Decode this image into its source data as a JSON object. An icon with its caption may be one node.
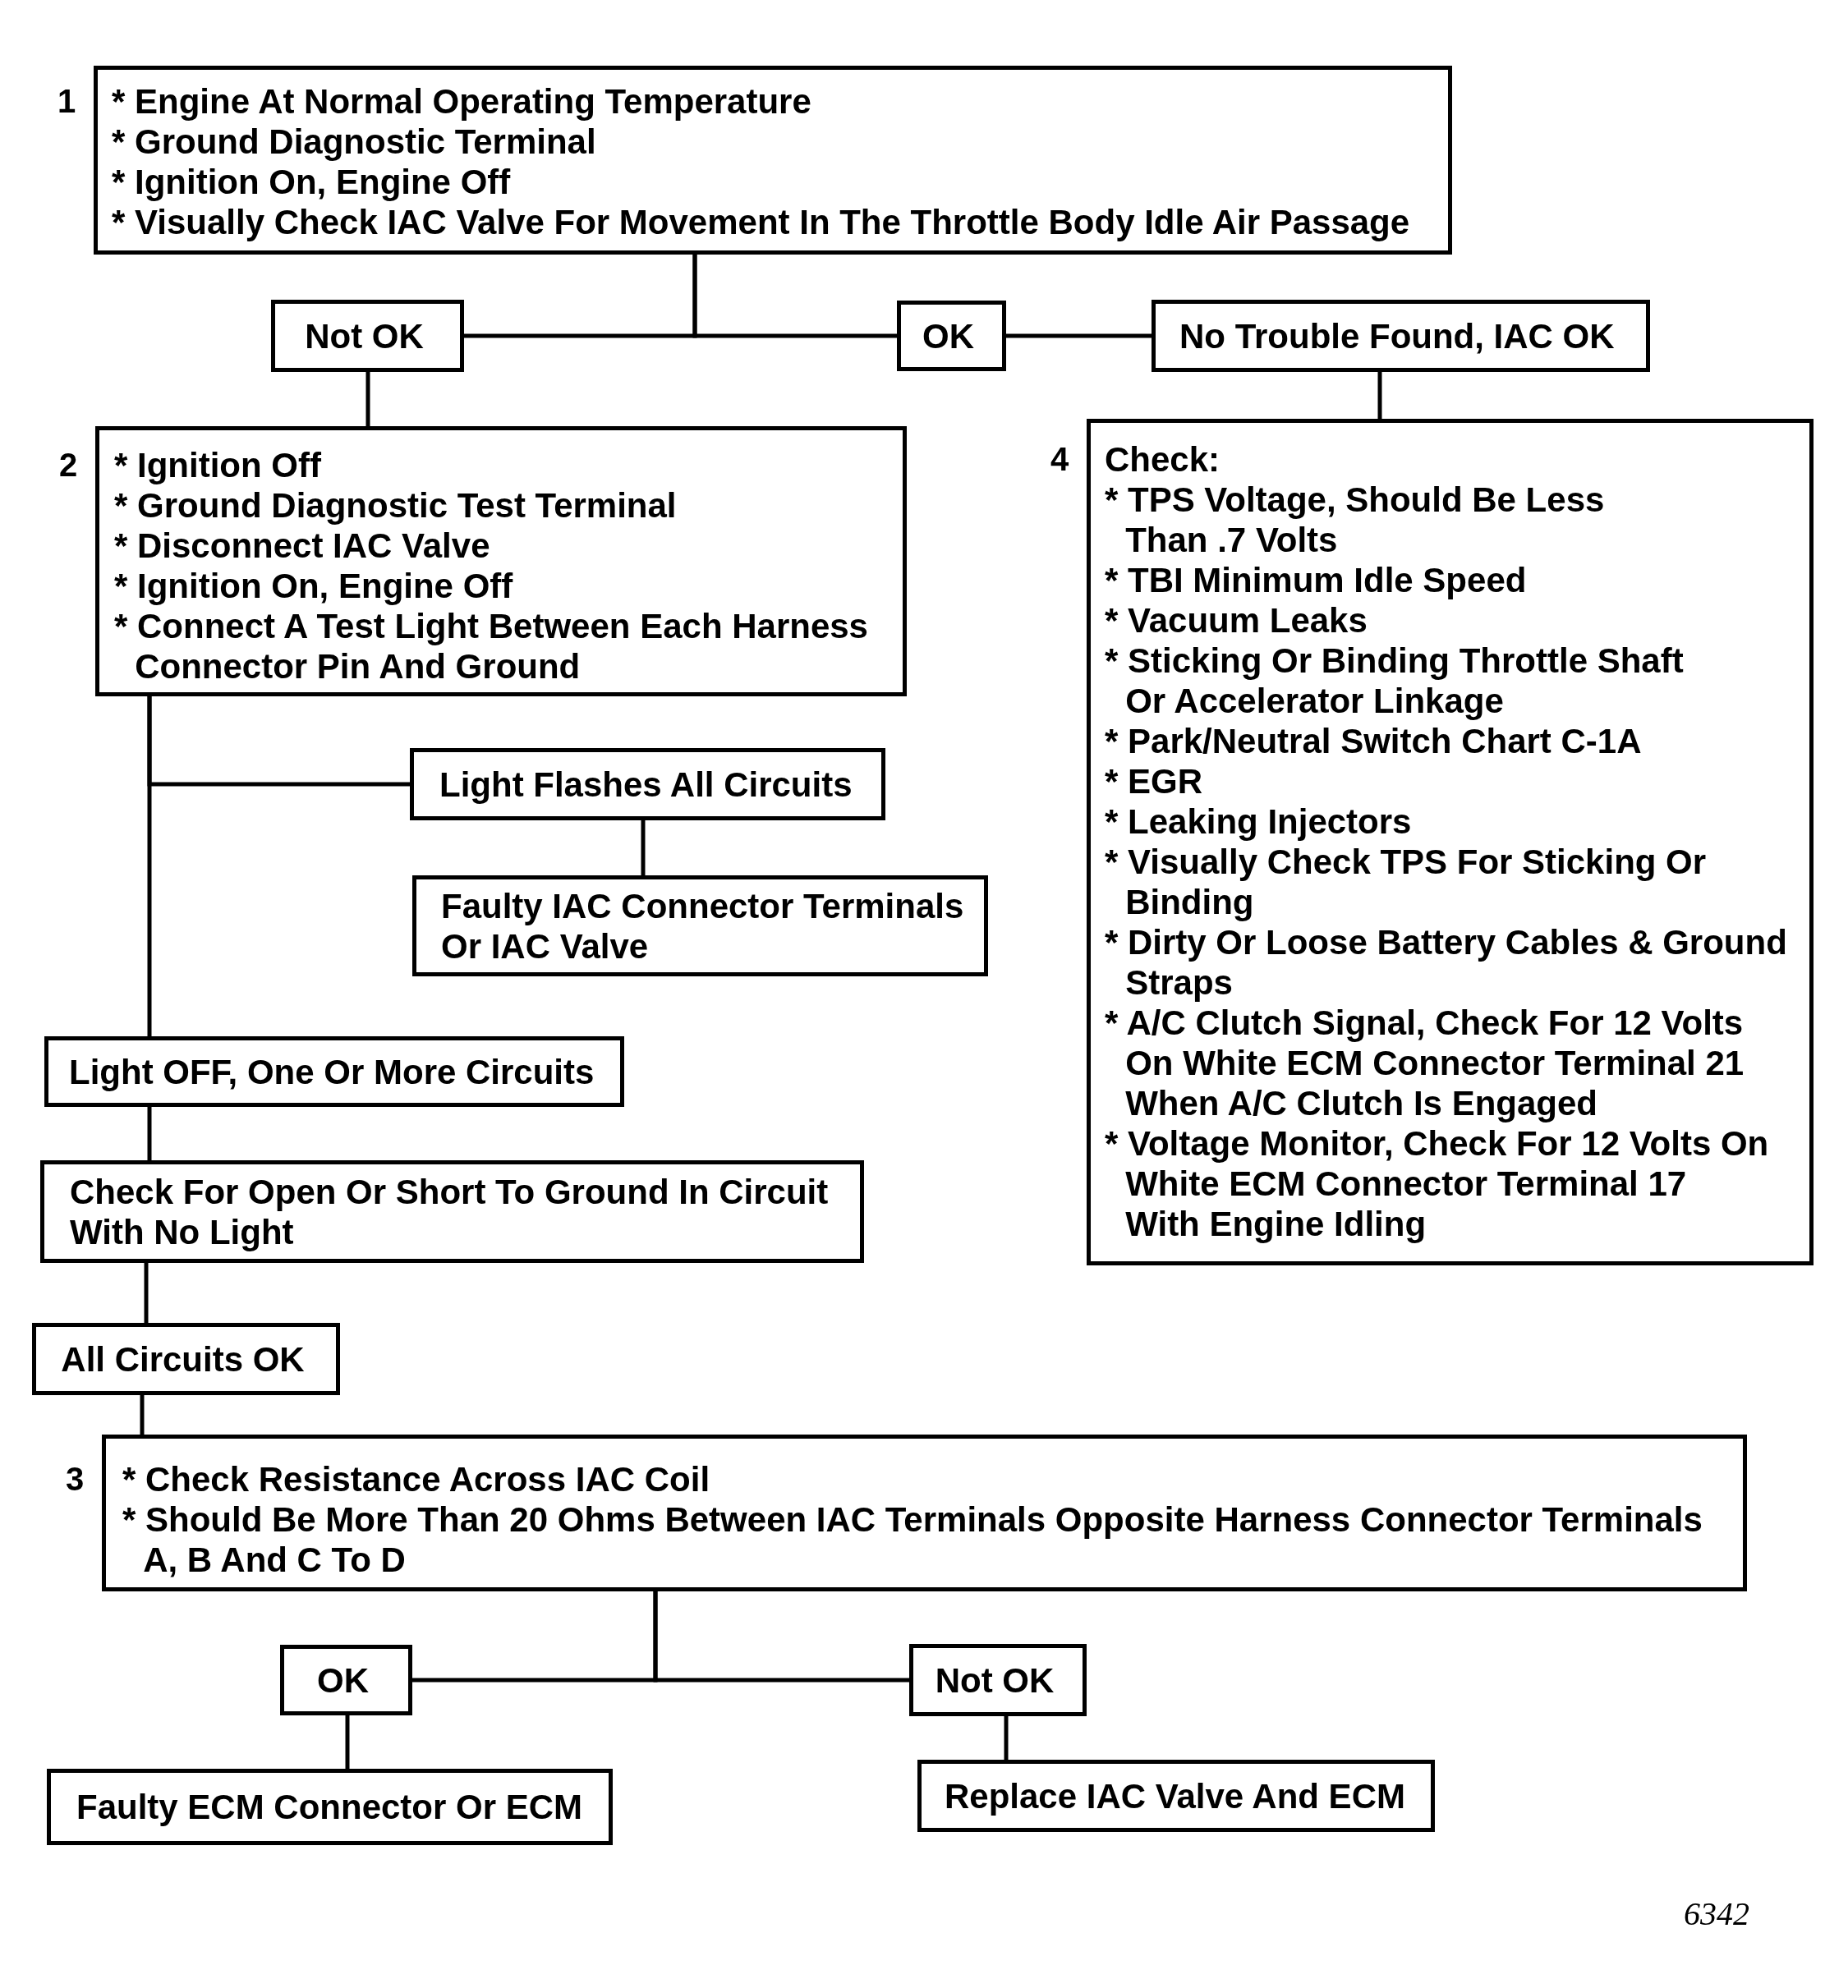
{
  "diagram": {
    "nodes": [
      {
        "text": [
          "* Engine At Normal Operating Temperature",
          "* Ground Diagnostic Terminal",
          "* Ignition On, Engine Off",
          "* Visually Check IAC Valve For Movement In The Throttle Body Idle Air Passage"
        ],
        "beside": [
          "1"
        ]
      },
      {
        "text": [
          "Not OK"
        ]
      },
      {
        "text": [
          "OK"
        ]
      },
      {
        "text": [
          "No Trouble Found, IAC OK"
        ]
      },
      {
        "text": [
          "* Ignition Off",
          "* Ground Diagnostic Test Terminal",
          "* Disconnect IAC Valve",
          "* Ignition On, Engine Off",
          "* Connect A Test Light Between Each Harness Connector Pin And Ground"
        ],
        "beside": [
          "2"
        ]
      },
      {
        "text": [
          "Check:",
          "* TPS Voltage, Should Be Less Than .7 Volts",
          "* TBI Minimum Idle Speed",
          "* Vacuum Leaks",
          "* Sticking Or Binding Throttle Shaft Or Accelerator Linkage",
          "* Park/Neutral Switch Chart C-1A",
          "* EGR",
          "* Leaking Injectors",
          "* Visually Check TPS For Sticking Or Binding",
          "* Dirty Or Loose Battery Cables & Ground Straps",
          "* A/C Clutch Signal, Check For 12 Volts On White ECM Connector Terminal 21 When A/C Clutch Is Engaged",
          "* Voltage Monitor, Check For 12 Volts On White ECM Connector Terminal 17 With Engine Idling"
        ],
        "beside": [
          "4"
        ]
      },
      {
        "text": [
          "Light Flashes All Circuits"
        ]
      },
      {
        "text": [
          "Faulty IAC Connector Terminals Or IAC Valve"
        ]
      },
      {
        "text": [
          "Light OFF, One Or More Circuits"
        ]
      },
      {
        "text": [
          "Check For Open Or Short To Ground In Circuit With No Light"
        ]
      },
      {
        "text": [
          "All Circuits OK"
        ]
      },
      {
        "text": [
          "* Check Resistance Across IAC Coil",
          "* Should Be More Than 20 Ohms Between IAC Terminals Opposite Harness Connector Terminals A, B And C To D"
        ],
        "beside": [
          "3"
        ]
      },
      {
        "text": [
          "OK"
        ]
      },
      {
        "text": [
          "Not OK"
        ]
      },
      {
        "text": [
          "Faulty ECM Connector Or ECM"
        ]
      },
      {
        "text": [
          "Replace IAC Valve And ECM"
        ]
      }
    ],
    "edges": [
      {
        "from": 0,
        "to": 1,
        "arrow": "none"
      },
      {
        "from": 0,
        "to": 2,
        "arrow": "none"
      },
      {
        "from": 2,
        "to": 3,
        "arrow": "none"
      },
      {
        "from": 3,
        "to": 5,
        "arrow": "none"
      },
      {
        "from": 1,
        "to": 4,
        "arrow": "none"
      },
      {
        "from": 4,
        "to": 6,
        "arrow": "none"
      },
      {
        "from": 4,
        "to": 8,
        "arrow": "none"
      },
      {
        "from": 6,
        "to": 7,
        "arrow": "none"
      },
      {
        "from": 8,
        "to": 9,
        "arrow": "none"
      },
      {
        "from": 9,
        "to": 10,
        "arrow": "none"
      },
      {
        "from": 10,
        "to": 11,
        "arrow": "none"
      },
      {
        "from": 11,
        "to": 12,
        "arrow": "none"
      },
      {
        "from": 11,
        "to": 13,
        "arrow": "none"
      },
      {
        "from": 12,
        "to": 14,
        "arrow": "none"
      },
      {
        "from": 13,
        "to": 15,
        "arrow": "none"
      }
    ],
    "labels": [
      "6342"
    ]
  }
}
